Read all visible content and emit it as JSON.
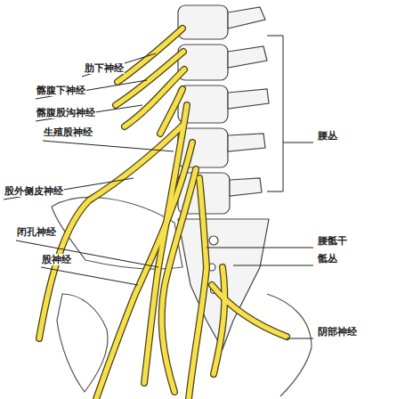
{
  "diagram": {
    "labels": [
      "肋下神经",
      "髂腹下神经",
      "髂腹股沟神经",
      "生殖股神经",
      "股外侧皮神经",
      "闭孔神经",
      "股神经",
      "腰丛",
      "腰骶干",
      "骶丛",
      "阴部神经"
    ]
  }
}
